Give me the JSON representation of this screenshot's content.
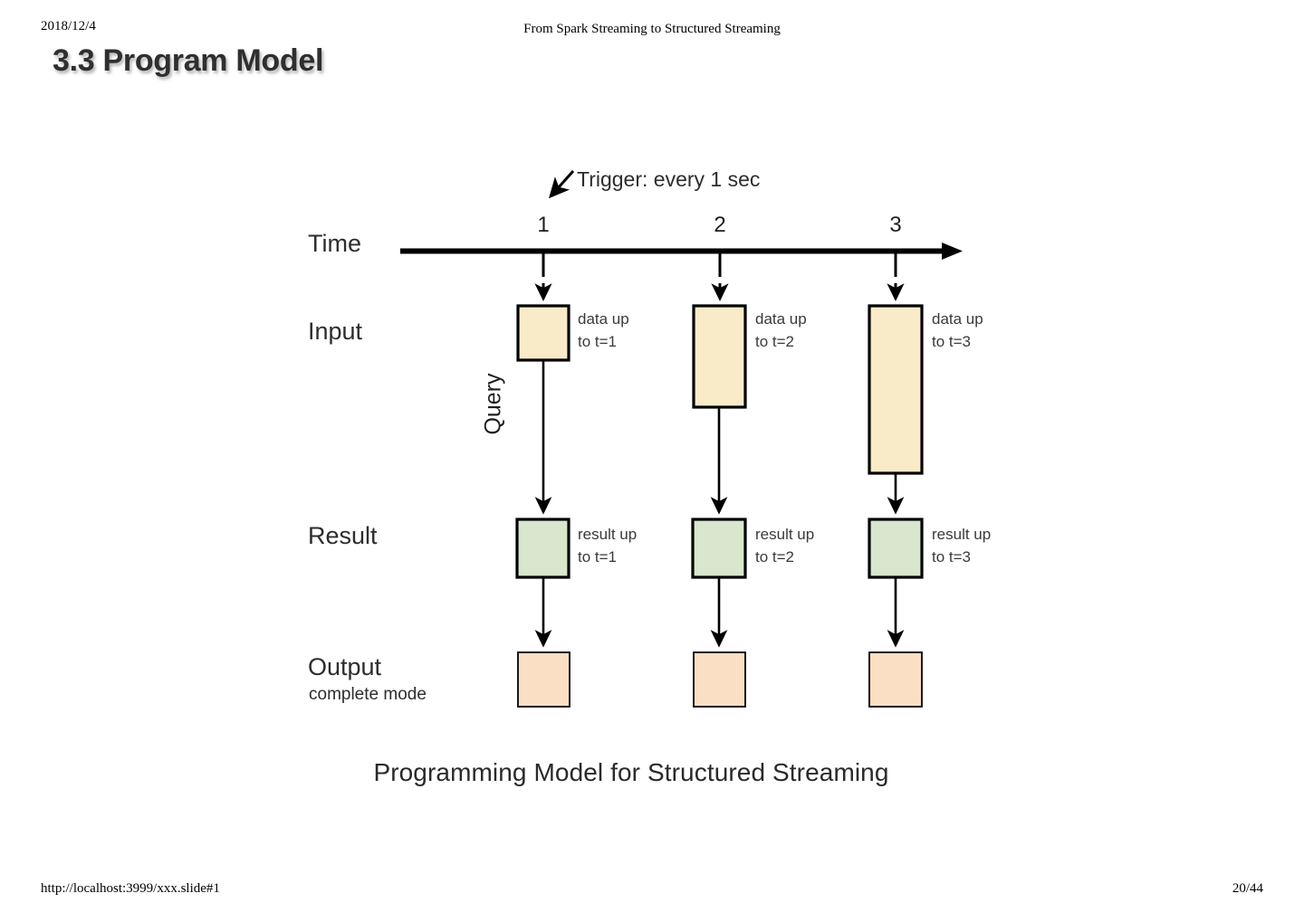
{
  "header": {
    "date": "2018/12/4",
    "center_title": "From Spark Streaming to Structured Streaming"
  },
  "slide": {
    "title": "3.3 Program Model",
    "figure_caption": "Programming Model for Structured Streaming"
  },
  "diagram": {
    "trigger_note": "Trigger: every 1 sec",
    "query_label": "Query",
    "rows": {
      "time": "Time",
      "input": "Input",
      "result": "Result",
      "output": "Output",
      "output_sub": "complete mode"
    },
    "ticks": [
      "1",
      "2",
      "3"
    ],
    "input_boxes": [
      {
        "caption": "data up\nto t=1"
      },
      {
        "caption": "data up\nto t=2"
      },
      {
        "caption": "data up\nto t=3"
      }
    ],
    "result_boxes": [
      {
        "caption": "result up\nto t=1"
      },
      {
        "caption": "result up\nto t=2"
      },
      {
        "caption": "result up\nto t=3"
      }
    ],
    "output_boxes": [
      {
        "caption": ""
      },
      {
        "caption": ""
      },
      {
        "caption": ""
      }
    ],
    "colors": {
      "input_fill": "#FAEBC8",
      "result_fill": "#D8E7CD",
      "output_fill": "#FADFC5",
      "stroke": "#000000",
      "text": "#2d2d2d"
    }
  },
  "footer": {
    "url": "http://localhost:3999/xxx.slide#1",
    "page": "20/44"
  }
}
